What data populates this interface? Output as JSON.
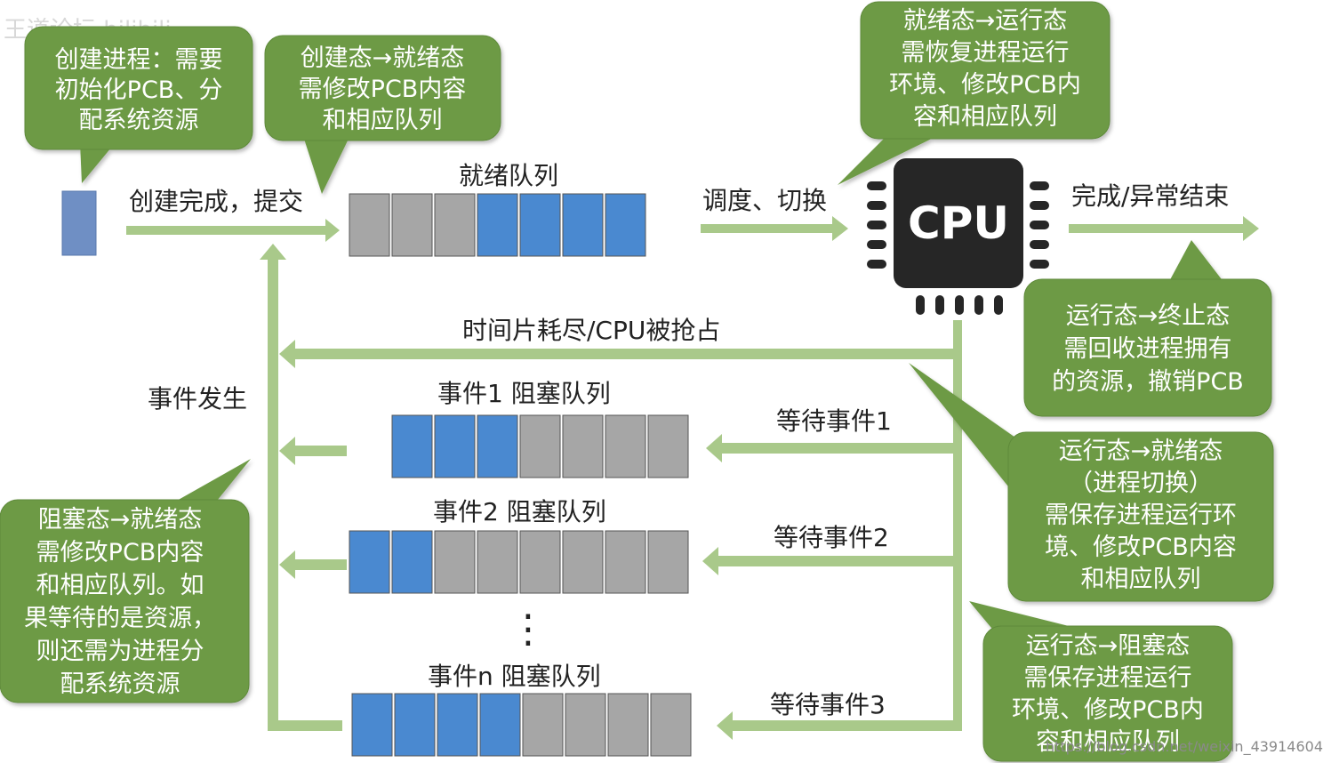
{
  "watermark_top": "王道论坛 bilibili",
  "watermark_bottom": "https://blog.csdn.net/weixin_43914604",
  "colors": {
    "callout_fill": "#6d9a45",
    "callout_border": "#5e8a3a",
    "arrow_green": "#a9c98a",
    "arrow_green_dark": "#8cb56a",
    "blue_cell": "#4a89d0",
    "gray_cell": "#a6a6a6",
    "cpu_body": "#262626"
  },
  "labels": {
    "create_done": "创建完成，提交",
    "ready_queue": "就绪队列",
    "dispatch": "调度、切换",
    "finish": "完成/异常结束",
    "time_slice": "时间片耗尽/CPU被抢占",
    "event_happen": "事件发生",
    "blocked_q1": "事件1 阻塞队列",
    "blocked_q2": "事件2 阻塞队列",
    "blocked_qn": "事件n 阻塞队列",
    "wait1": "等待事件1",
    "wait2": "等待事件2",
    "wait3": "等待事件3",
    "ellipsis": "⋮",
    "cpu": "CPU"
  },
  "callouts": {
    "create_process": [
      "创建进程：需要",
      "初始化PCB、分",
      "配系统资源"
    ],
    "create_to_ready": [
      "创建态→就绪态",
      "需修改PCB内容",
      "和相应队列"
    ],
    "ready_to_running": [
      "就绪态→运行态",
      "需恢复进程运行",
      "环境、修改PCB内",
      "容和相应队列"
    ],
    "running_to_terminated": [
      "运行态→终止态",
      "需回收进程拥有",
      "的资源，撤销PCB"
    ],
    "running_to_ready": [
      "运行态→就绪态",
      "（进程切换）",
      "需保存进程运行环",
      "境、修改PCB内容",
      "和相应队列"
    ],
    "running_to_blocked": [
      "运行态→阻塞态",
      "需保存进程运行",
      "环境、修改PCB内",
      "容和相应队列"
    ],
    "blocked_to_ready": [
      "阻塞态→就绪态",
      "需修改PCB内容",
      "和相应队列。如",
      "果等待的是资源，",
      "则还需为进程分",
      "配系统资源"
    ]
  },
  "queues": {
    "ready": [
      "gray",
      "gray",
      "gray",
      "blue",
      "blue",
      "blue",
      "blue"
    ],
    "event1": [
      "blue",
      "blue",
      "blue",
      "gray",
      "gray",
      "gray",
      "gray"
    ],
    "event2": [
      "blue",
      "blue",
      "gray",
      "gray",
      "gray",
      "gray",
      "gray",
      "gray"
    ],
    "eventn": [
      "blue",
      "blue",
      "blue",
      "blue",
      "gray",
      "gray",
      "gray",
      "gray"
    ]
  }
}
